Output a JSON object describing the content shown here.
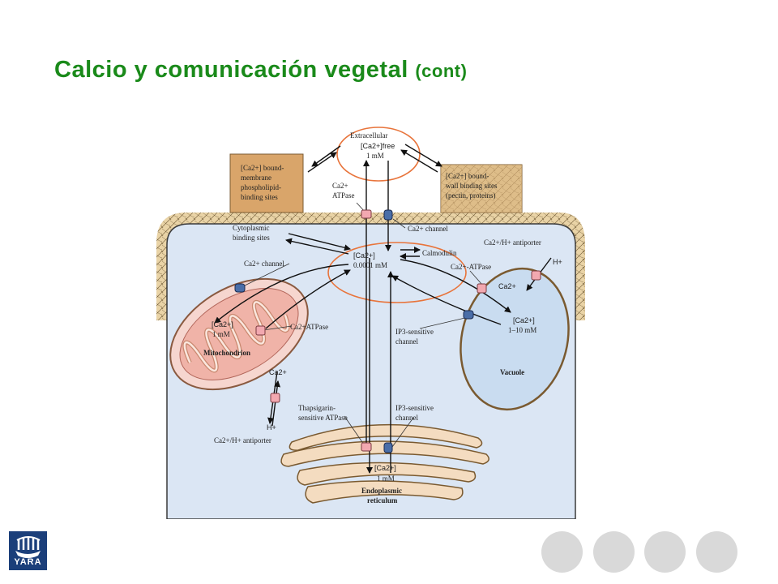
{
  "slide": {
    "title": "Calcio y comunicación vegetal",
    "title_suffix": "(cont)"
  },
  "diagram": {
    "extracellular": {
      "line1": "Extracellular",
      "ion": "[Ca2+]free",
      "conc": "1 mM"
    },
    "bound_membrane": [
      "[Ca2+] bound-",
      "membrane",
      "phospholipid-",
      "binding sites"
    ],
    "bound_wall": [
      "[Ca2+] bound-",
      "wall binding sites",
      "(pectin, proteins)"
    ],
    "pm_atpase": [
      "Ca2+",
      "ATPase"
    ],
    "pm_channel": "Ca2+ channel",
    "cytoplasmic_binding": [
      "Cytoplasmic",
      "binding sites"
    ],
    "cytosol": {
      "ion": "[Ca2+]",
      "conc": "0.0001 mM"
    },
    "calmodulin": "Calmodulin",
    "vac_antiporter": "Ca2+/H+ antiporter",
    "vac_h": "H+",
    "vac_ca": "Ca2+",
    "vac_atpase": "Ca2+-ATPase",
    "vacuole_ion": "[Ca2+]",
    "vacuole_conc": "1–10 mM",
    "vacuole_label": "Vacuole",
    "ip3_vac": [
      "IP3-sensitive",
      "channel"
    ],
    "mito_channel": "Ca2+ channel",
    "mito_ion": "[Ca2+]",
    "mito_conc": "1 mM",
    "mito_atpase": "Ca2+ATPase",
    "mito_label": "Mitochondrion",
    "mito_ca": "Ca2+",
    "mito_h": "H+",
    "mito_antiporter": "Ca2+/H+ antiporter",
    "thapsigargin": [
      "Thapsigarin-",
      "sensitive ATPase"
    ],
    "ip3_er": [
      "IP3-sensitive",
      "channel"
    ],
    "er_ion": "[Ca2+]",
    "er_conc": "1 mM",
    "er_label": [
      "Endoplasmic",
      "reticulum"
    ]
  },
  "logo": {
    "text": "YARA"
  },
  "colors": {
    "title": "#1a8a1a",
    "cell": "#dbe6f4",
    "wall": "#e8cfa0",
    "mito": "#f2c2b8",
    "vacuole": "#c9dcf0",
    "er": "#f4dcc0",
    "highlight": "#e8743b",
    "logo": "#1b3f7a"
  }
}
